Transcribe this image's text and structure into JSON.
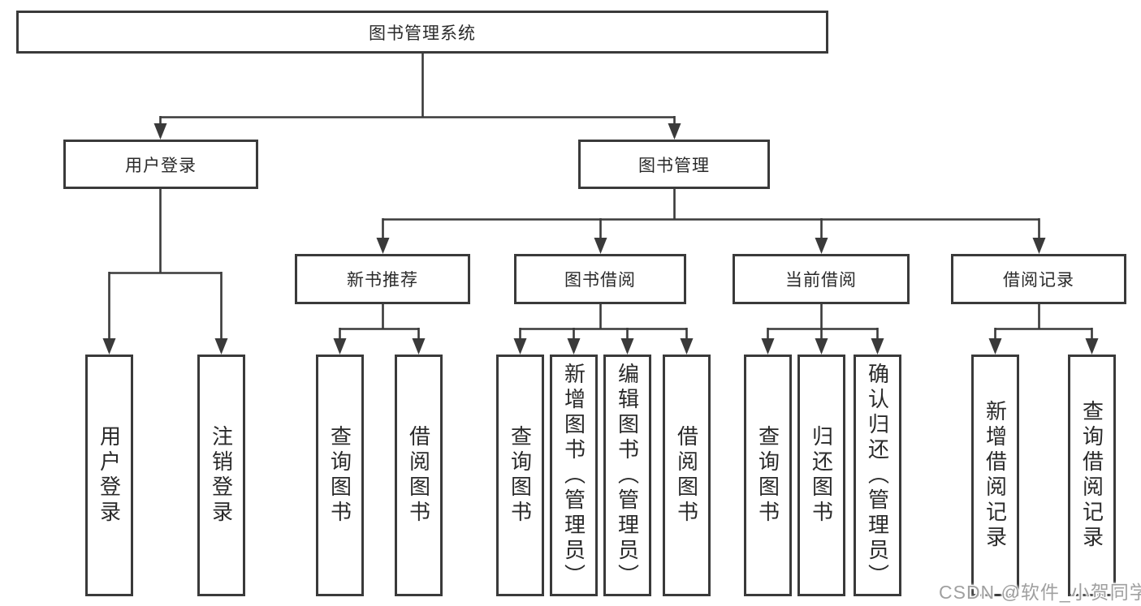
{
  "tree": {
    "root": "图书管理系统",
    "branches": [
      {
        "label": "用户登录",
        "children": [
          "用户登录",
          "注销登录"
        ]
      },
      {
        "label": "图书管理",
        "groups": [
          {
            "label": "新书推荐",
            "children": [
              "查询图书",
              "借阅图书"
            ]
          },
          {
            "label": "图书借阅",
            "children": [
              "查询图书",
              "新增图书（管理员）",
              "编辑图书（管理员）",
              "借阅图书"
            ]
          },
          {
            "label": "当前借阅",
            "children": [
              "查询图书",
              "归还图书",
              "确认归还（管理员）"
            ]
          },
          {
            "label": "借阅记录",
            "children": [
              "新增借阅记录",
              "查询借阅记录"
            ]
          }
        ]
      }
    ]
  },
  "watermark": {
    "text": "CSDN @软件_小贺同学"
  },
  "colors": {
    "line": "#3a3a3a",
    "text": "#2a2a2a",
    "watermark": "#a0a0a0",
    "background": "#ffffff"
  }
}
